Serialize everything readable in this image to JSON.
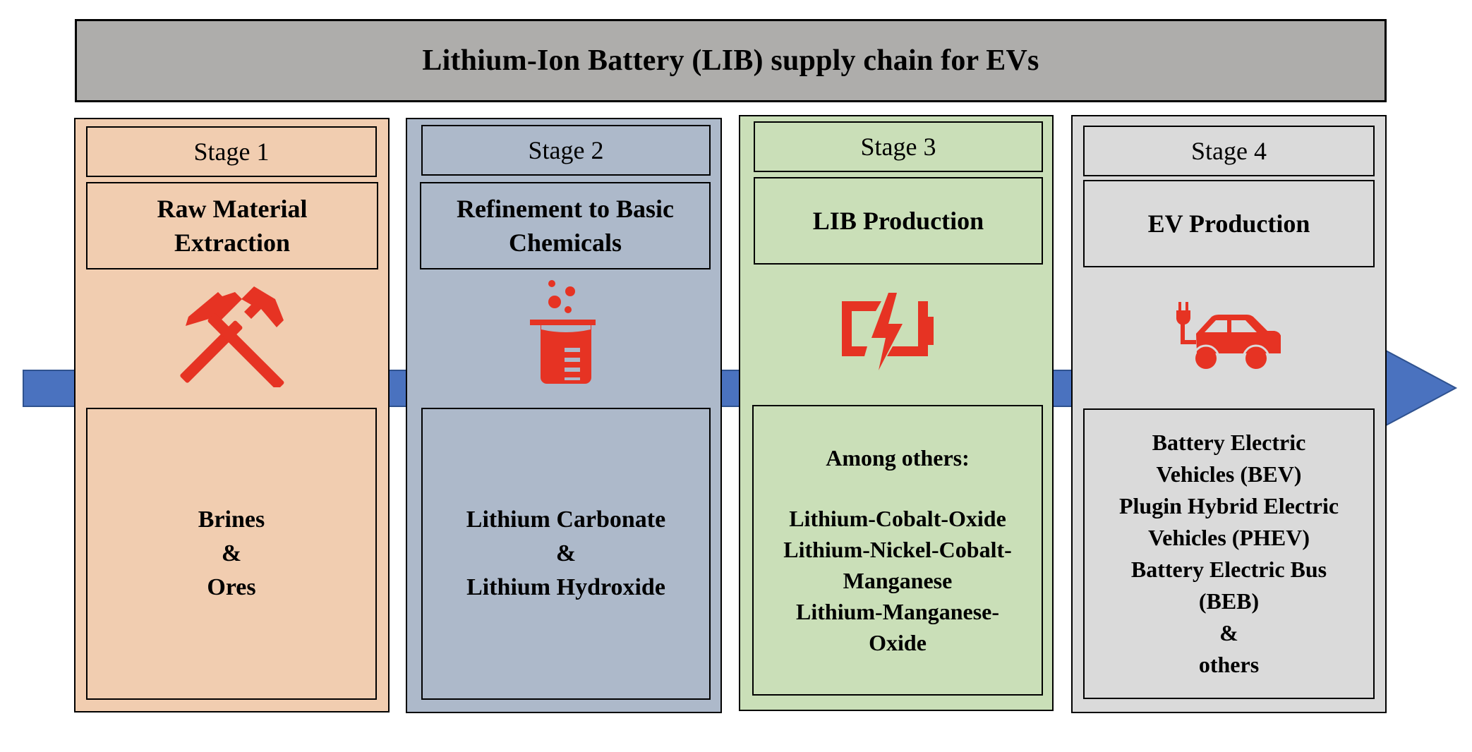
{
  "title": "Lithium-Ion Battery (LIB) supply chain for EVs",
  "colors": {
    "title_bg": "#aeadab",
    "arrow": "#4a72bf",
    "arrow_border": "#2f528f",
    "icon": "#e63323",
    "stage1_bg": "#f1cdb0",
    "stage2_bg": "#adb9ca",
    "stage3_bg": "#cadfb8",
    "stage4_bg": "#dadada"
  },
  "stages": [
    {
      "label": "Stage 1",
      "heading_lines": [
        "Raw Material",
        "Extraction"
      ],
      "icon": "hammer-pick-icon",
      "body_lines": [
        "Brines",
        "&",
        "Ores"
      ]
    },
    {
      "label": "Stage 2",
      "heading_lines": [
        "Refinement to Basic",
        "Chemicals"
      ],
      "icon": "beaker-icon",
      "body_lines": [
        "Lithium Carbonate",
        "&",
        "Lithium Hydroxide"
      ]
    },
    {
      "label": "Stage 3",
      "heading_lines": [
        "LIB Production"
      ],
      "icon": "battery-charging-icon",
      "body_intro": "Among others:",
      "body_lines": [
        "Lithium-Cobalt-Oxide",
        "Lithium-Nickel-Cobalt-",
        "Manganese",
        "Lithium-Manganese-",
        "Oxide"
      ]
    },
    {
      "label": "Stage 4",
      "heading_lines": [
        "EV Production"
      ],
      "icon": "electric-car-icon",
      "body_lines": [
        "Battery Electric",
        "Vehicles (BEV)",
        "Plugin Hybrid Electric",
        "Vehicles (PHEV)",
        "Battery Electric Bus",
        "(BEB)",
        "&",
        "others"
      ]
    }
  ]
}
